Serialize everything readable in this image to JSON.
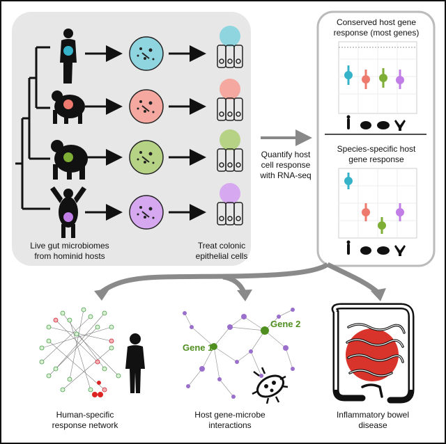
{
  "left_panel": {
    "caption_left": [
      "Live gut microbiomes",
      "from hominid hosts"
    ],
    "caption_right": [
      "Treat colonic",
      "epithelial cells"
    ]
  },
  "middle": {
    "arrow_label": [
      "Quantify host",
      "cell response",
      "with RNA-seq"
    ]
  },
  "right_panel": {
    "top_title": [
      "Conserved host gene",
      "response (most genes)"
    ],
    "bottom_title": [
      "Species-specific host",
      "gene response"
    ]
  },
  "host_colors": {
    "human": "#36b2c9",
    "chimpanzee": "#ee7a6e",
    "gorilla": "#7fae37",
    "orangutan": "#c07ee6"
  },
  "outcomes": {
    "network_caption": [
      "Human-specific",
      "response network"
    ],
    "interactions_caption": [
      "Host gene-microbe",
      "interactions"
    ],
    "ibd_caption": [
      "Inflammatory bowel",
      "disease"
    ],
    "gene1_label": "Gene 1",
    "gene2_label": "Gene 2"
  }
}
